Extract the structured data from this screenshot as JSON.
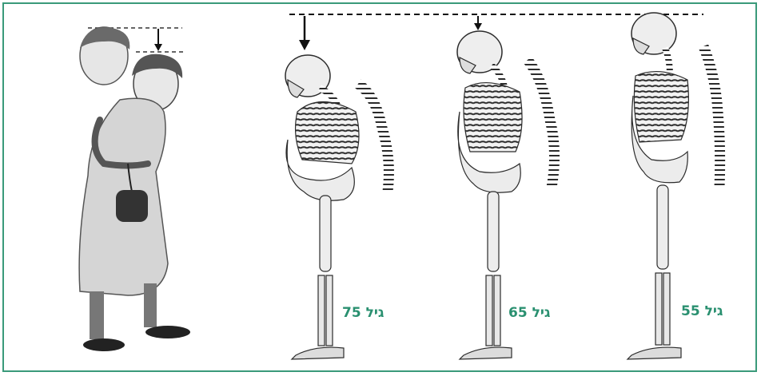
{
  "labels": {
    "age_75": "גיל 75",
    "age_65": "גיל 65",
    "age_55": "גיל 55"
  },
  "colors": {
    "border": "#3a9a7a",
    "label": "#2a9070",
    "ink": "#2b2b2b"
  }
}
